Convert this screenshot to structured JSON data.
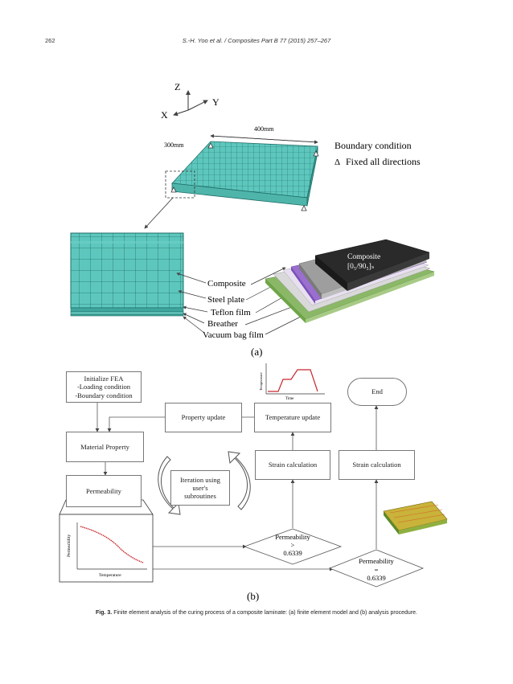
{
  "header": {
    "page_number": "262",
    "citation": "S.-H. Yoo et al. / Composites Part B 77 (2015) 257–267"
  },
  "panel_a": {
    "axes": {
      "z": "Z",
      "y": "Y",
      "x": "X"
    },
    "dim_length": "400mm",
    "dim_width": "300mm",
    "boundary_title": "Boundary condition",
    "boundary_symbol": "Δ",
    "boundary_text": "Fixed all directions",
    "layers": [
      "Composite",
      "Steel plate",
      "Teflon film",
      "Breather",
      "Vacuum bag film"
    ],
    "composite_label": "Composite",
    "layup_label": "[0₅/90₅]ₛ",
    "label": "(a)"
  },
  "panel_b": {
    "init_box": [
      "Initialize FEA",
      "-Loading condition",
      "-Boundary  condition"
    ],
    "material_property": "Material Property",
    "permeability_box": "Permeability",
    "property_update": "Property update",
    "temperature_update": "Temperature update",
    "strain_calc_1": "Strain calculation",
    "strain_calc_2": "Strain calculation",
    "end": "End",
    "iteration": [
      "Iteration using",
      "user's",
      "subroutines"
    ],
    "diamond_1": [
      "Permeability",
      ">",
      "0.6339"
    ],
    "diamond_2": [
      "Permeability",
      "=",
      "0.6339"
    ],
    "mini_chart_1": {
      "ylabel": "Temperature",
      "xlabel": "Time"
    },
    "mini_chart_2": {
      "ylabel": "Permeability",
      "xlabel": "Temperature"
    },
    "label": "(b)"
  },
  "caption": {
    "fig_label": "Fig. 3.",
    "text": "Finite element analysis of the curing process of a composite laminate: (a) finite element model and (b) analysis procedure."
  },
  "colors": {
    "mesh": "#5ec7bd",
    "mesh_line": "#1f6f69",
    "composite": "#2a2a2a",
    "purple": "#9a6fd0",
    "green": "#6fa548",
    "curve": "#c8282c"
  }
}
